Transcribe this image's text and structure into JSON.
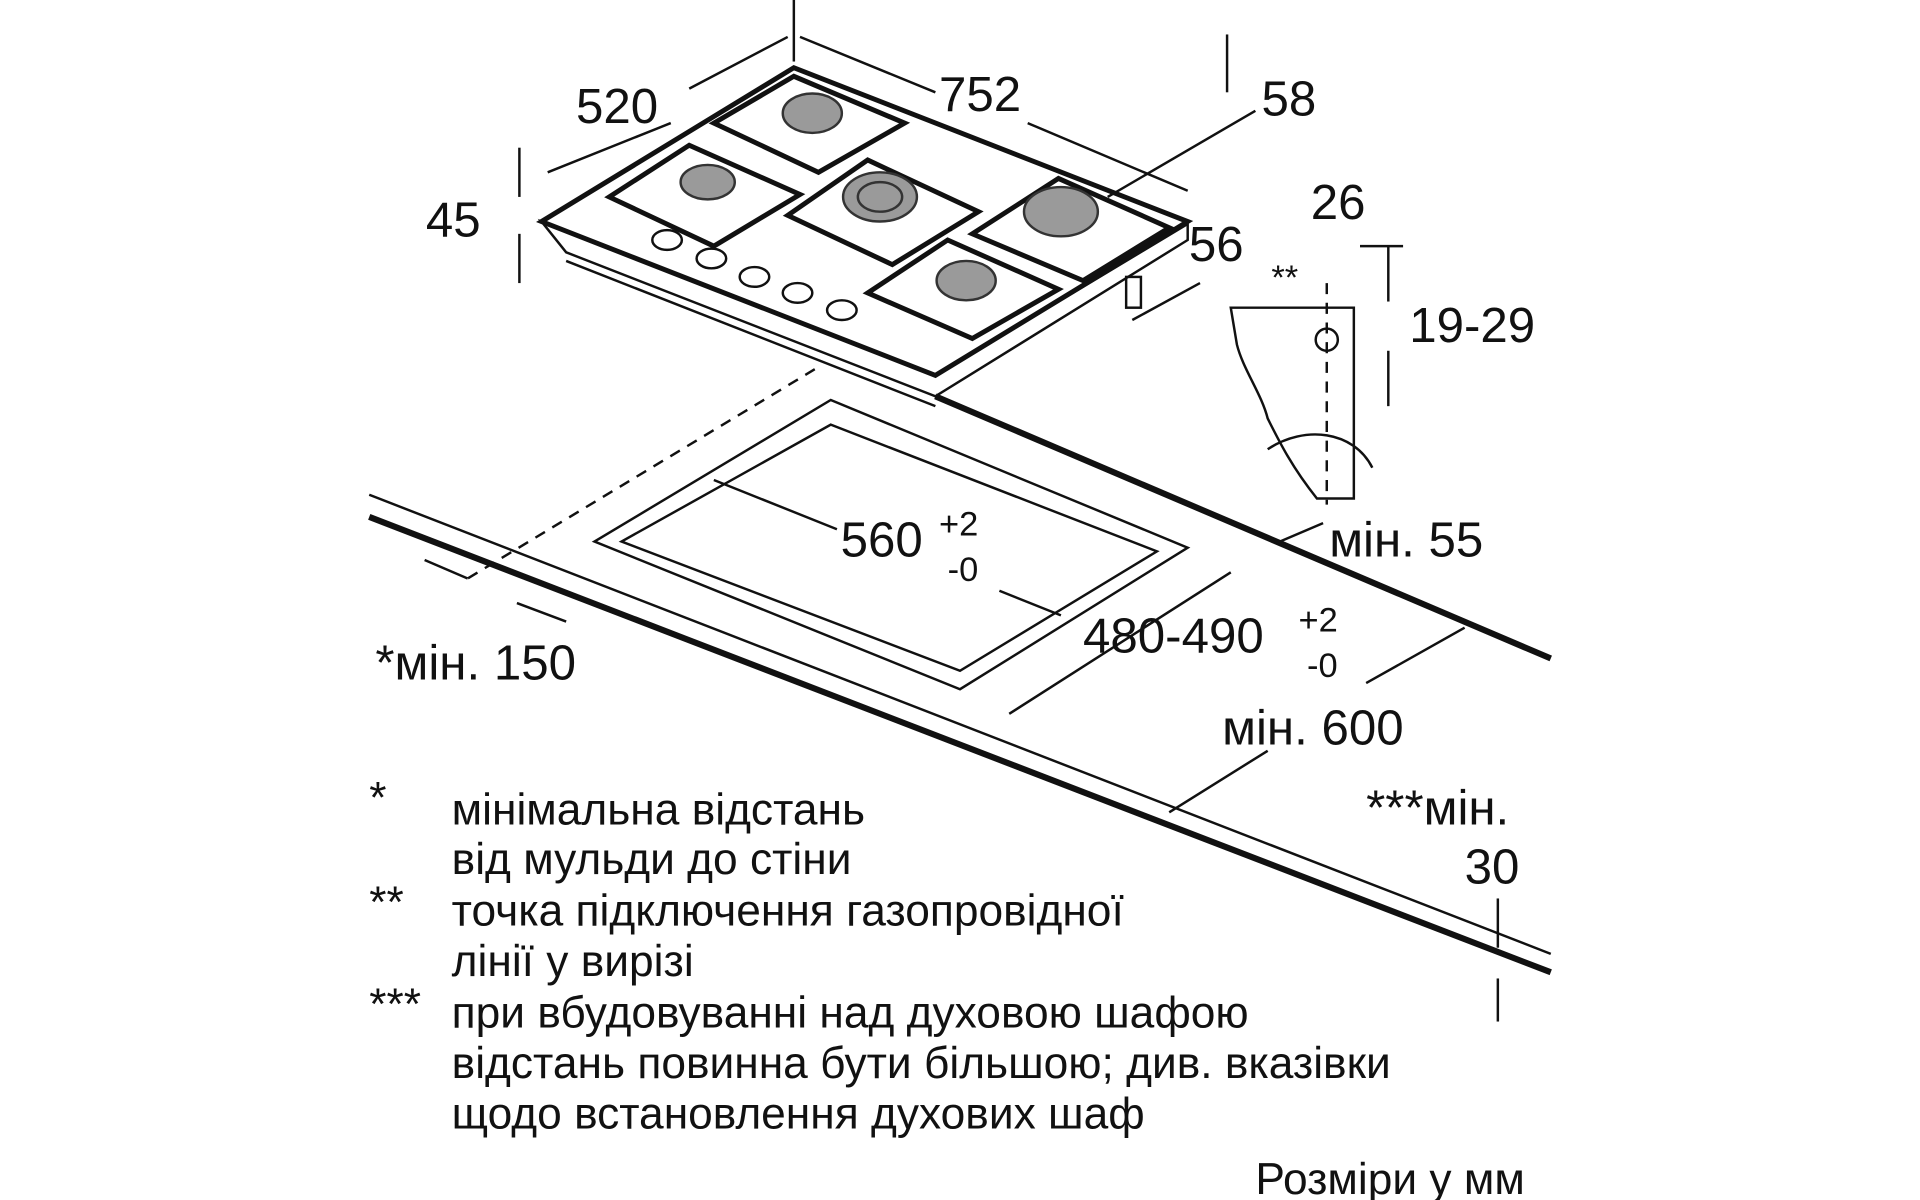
{
  "diagram": {
    "title": "Gas hob installation dimensions",
    "dimensions": {
      "depth": "520",
      "width": "752",
      "gas_depth": "58",
      "height": "45",
      "connector_offset": "26",
      "connector_depth": "56",
      "connector_mark": "**",
      "connector_height": "19-29",
      "min_back": "мін. 55",
      "cutout_width": "560",
      "cutout_width_tol_plus": "+2",
      "cutout_width_tol_minus": "-0",
      "cutout_depth": "480-490",
      "cutout_depth_tol_plus": "+2",
      "cutout_depth_tol_minus": "-0",
      "min_side": "*мін. 150",
      "min_worktop": "мін. 600",
      "min_below_label": "***мін.",
      "min_below_value": "30"
    },
    "notes": [
      {
        "mark": "*",
        "lines": [
          "мінімальна відстань",
          "від мульди до стіни"
        ]
      },
      {
        "mark": "**",
        "lines": [
          "точка підключення газопровідної",
          "лінії у вирізі"
        ]
      },
      {
        "mark": "***",
        "lines": [
          "при вбудовуванні над духовою шафою",
          "відстань повинна бути більшою; див. вказівки",
          "щодо встановлення духових шаф"
        ]
      }
    ],
    "units_caption": "Розміри у мм"
  }
}
